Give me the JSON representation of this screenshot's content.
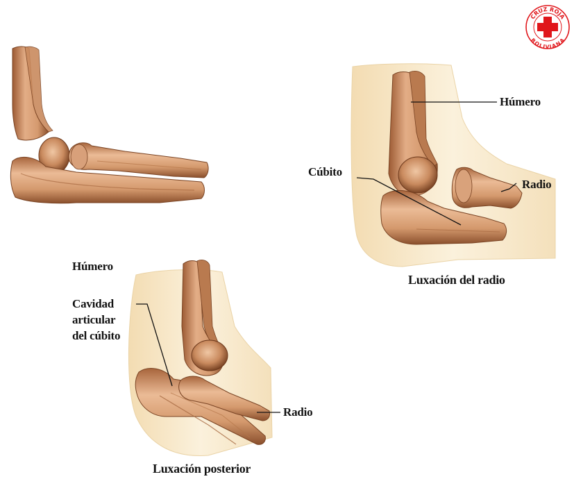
{
  "labels": {
    "radius_dislocation": {
      "humero": "Húmero",
      "cubito": "Cúbito",
      "radio": "Radio",
      "caption": "Luxación del radio"
    },
    "posterior_dislocation": {
      "humero": "Húmero",
      "cavidad_line1": "Cavidad",
      "cavidad_line2": "articular",
      "cavidad_line3": "del cúbito",
      "radio": "Radio",
      "caption": "Luxación posterior"
    }
  },
  "logo": {
    "top_text": "CRUZ ROJA",
    "bottom_text": "BOLIVIANA",
    "cross_color": "#e0161b",
    "ring_color": "#e0161b"
  },
  "colors": {
    "bone_light": "#e8b48c",
    "bone_mid": "#c98a5e",
    "bone_dark": "#8a4f2c",
    "skin": "#f6e6c4",
    "skin_edge": "#e9cf9e",
    "leader_line": "#111111"
  }
}
